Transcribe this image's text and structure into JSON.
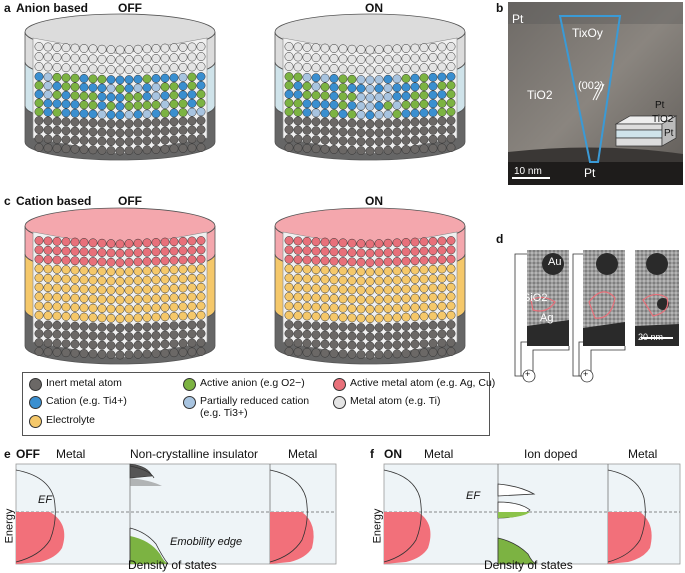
{
  "panels": {
    "a": {
      "letter": "a",
      "title": "Anion based",
      "off": "OFF",
      "on": "ON"
    },
    "b": {
      "letter": "b",
      "pt_top": "Pt",
      "tixoy": "TixOy",
      "tio2": "TiO2",
      "plane": "(002)",
      "pt_bottom": "Pt",
      "scale": "10 nm",
      "stack": [
        "Pt",
        "TiO2",
        "Pt"
      ]
    },
    "c": {
      "letter": "c",
      "title": "Cation based",
      "off": "OFF",
      "on": "ON"
    },
    "d": {
      "letter": "d",
      "au": "Au",
      "sio2": "SiO2",
      "ag": "Ag",
      "scale": "20 nm",
      "source": "+"
    },
    "e": {
      "letter": "e",
      "state": "OFF",
      "left": "Metal",
      "middle": "Non-crystalline insulator",
      "right": "Metal",
      "yaxis": "Energy",
      "xaxis": "Density of states",
      "ef": "EF",
      "mobility": "Emobility edge"
    },
    "f": {
      "letter": "f",
      "state": "ON",
      "left": "Metal",
      "middle": "Ion doped",
      "right": "Metal",
      "yaxis": "Energy",
      "xaxis": "Density of states",
      "ef": "EF"
    }
  },
  "legend": [
    {
      "label": "Inert metal atom",
      "color": "#6b6866"
    },
    {
      "label": "Active anion (e.g O2−)",
      "color": "#7cb342"
    },
    {
      "label": "Active metal atom (e.g. Ag, Cu)",
      "color": "#e8707a"
    },
    {
      "label": "Cation (e.g. Ti4+)",
      "color": "#3a8fd0"
    },
    {
      "label": "Partially reduced cation (e.g. Ti3+)",
      "color": "#a8c4e0"
    },
    {
      "label": "Metal atom (e.g. Ti)",
      "color": "#e4e4e4"
    },
    {
      "label": "Electrolyte",
      "color": "#f5c86a"
    }
  ],
  "colors": {
    "inert": "#6b6866",
    "anion": "#7cb342",
    "metal": "#e8707a",
    "cation": "#3a8fd0",
    "reduced": "#a8c4e0",
    "ti": "#e4e4e4",
    "electrolyte": "#f5c86a",
    "oxide": "#cfe3ea"
  }
}
